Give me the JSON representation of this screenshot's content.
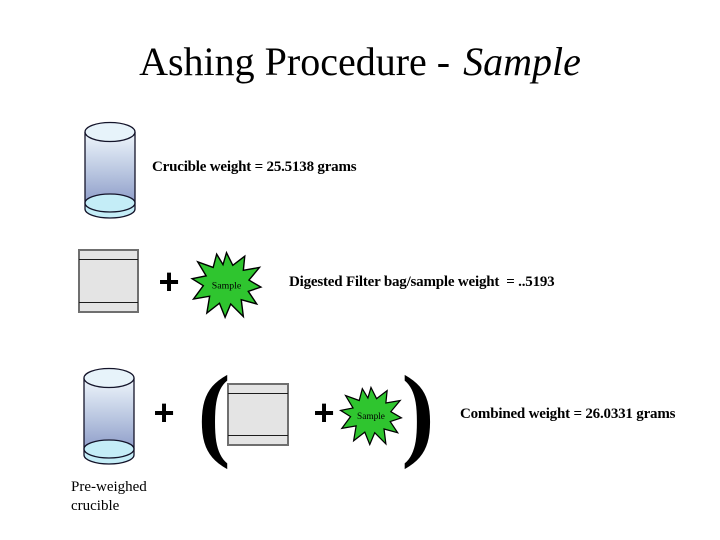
{
  "title": {
    "main": "Ashing Procedure -",
    "emphasis": "Sample"
  },
  "rows": {
    "crucible": {
      "label": "Crucible weight = 25.5138 grams"
    },
    "filter_bag": {
      "plus": "+",
      "burst_label": "Sample",
      "label": "Digested Filter bag/sample weight  = ..5193"
    },
    "combined": {
      "plus_outer": "+",
      "open_paren": "(",
      "plus_inner": "+",
      "burst_label": "Sample",
      "close_paren": ")",
      "label": "Combined weight = 26.0331 grams"
    }
  },
  "caption": {
    "line1": "Pre-weighed",
    "line2": "crucible"
  },
  "colors": {
    "burst_green": "#2fc52f",
    "cylinder_top": "#eff6fc",
    "cylinder_mid": "#b9c6e0",
    "cylinder_bottom": "#8392c3",
    "cylinder_lid": "#e7f3fa",
    "cylinder_base": "#c4edf7",
    "bag_fill": "#e4e4e4",
    "bag_border": "#6f6f6f",
    "outline_dark": "#14142a"
  }
}
